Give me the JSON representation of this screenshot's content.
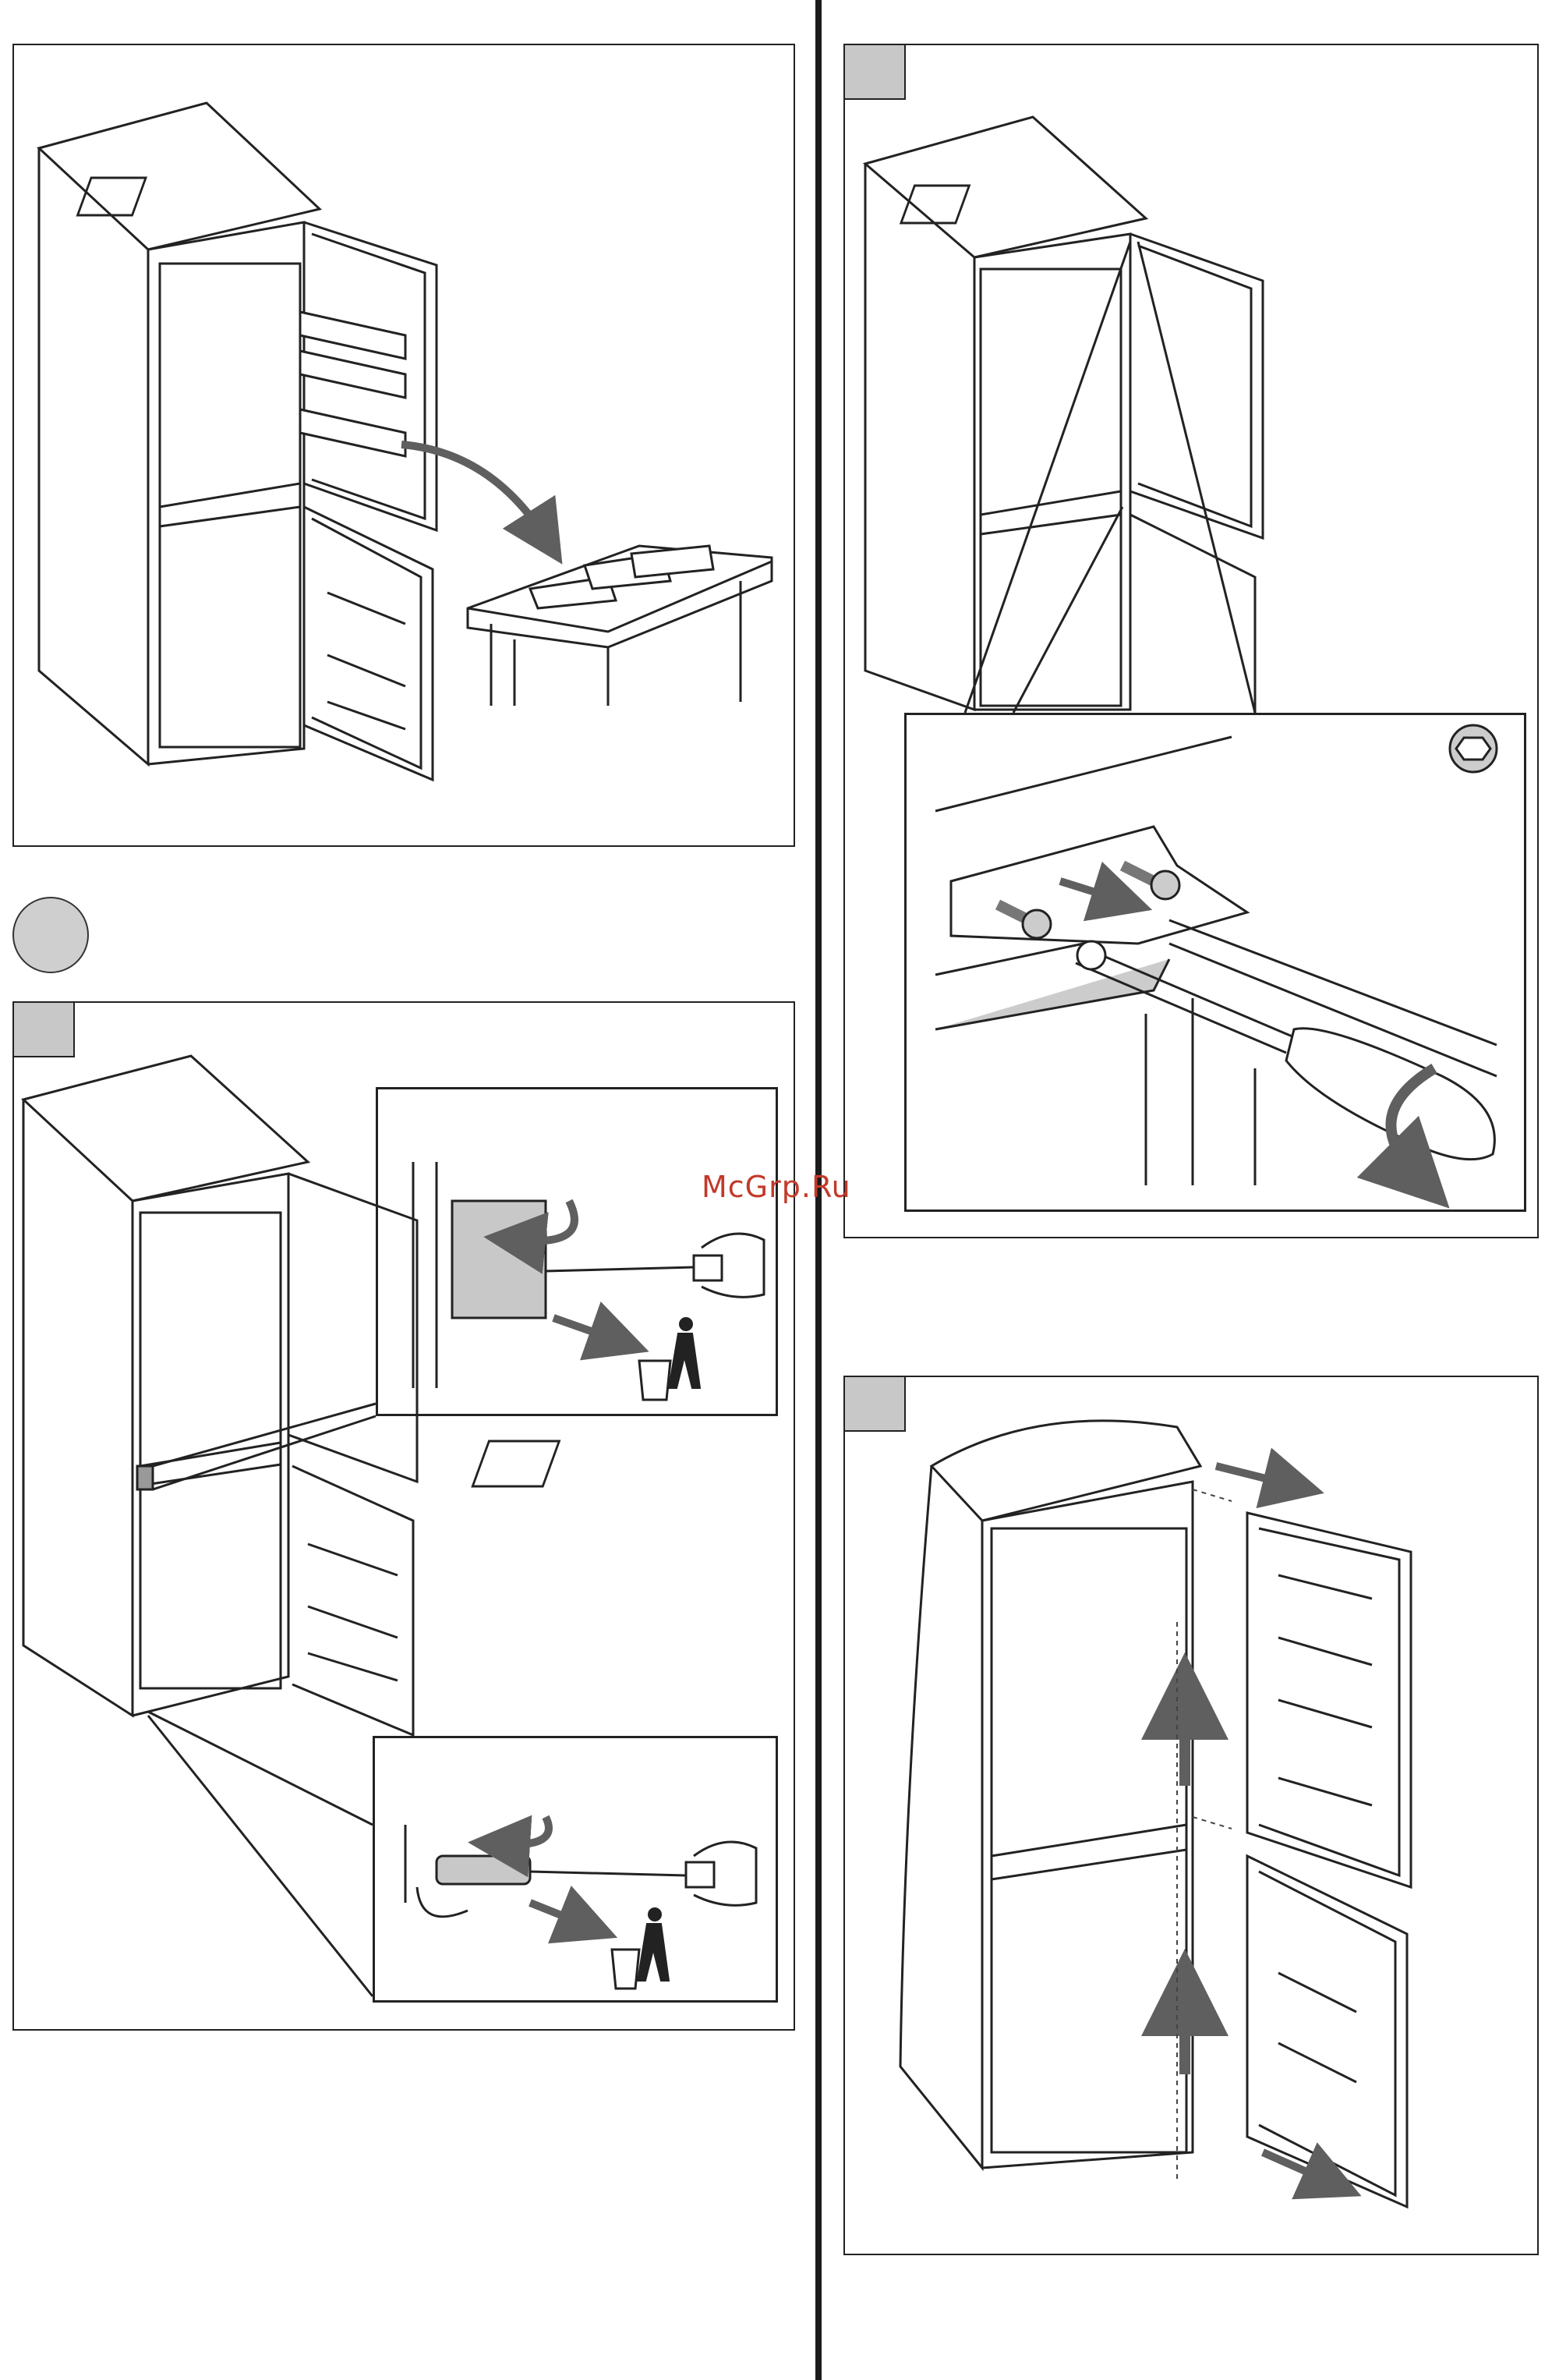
{
  "watermark": "McGrp.Ru",
  "colors": {
    "ink": "#222222",
    "arrow": "#5f5f5f",
    "tag": "#c8c8c8",
    "watermark": "#c23a2a"
  },
  "panels": [
    {
      "id": "remove-shelves",
      "icons": [
        "fridge-open-door-icon",
        "door-shelf-icon",
        "table-icon",
        "curved-arrow-icon"
      ]
    },
    {
      "id": "remove-caps",
      "icons": [
        "fridge-icon",
        "screwdriver-icon",
        "hand-icon",
        "trash-bin-icon",
        "curved-arrow-icon"
      ]
    },
    {
      "id": "unscrew-hinge",
      "icons": [
        "fridge-icon",
        "screwdriver-icon",
        "hex-nut-icon",
        "rotate-arrow-icon"
      ]
    },
    {
      "id": "remove-doors",
      "icons": [
        "fridge-icon",
        "door-icon",
        "up-arrow-icon",
        "direction-arrow-icon"
      ]
    }
  ]
}
